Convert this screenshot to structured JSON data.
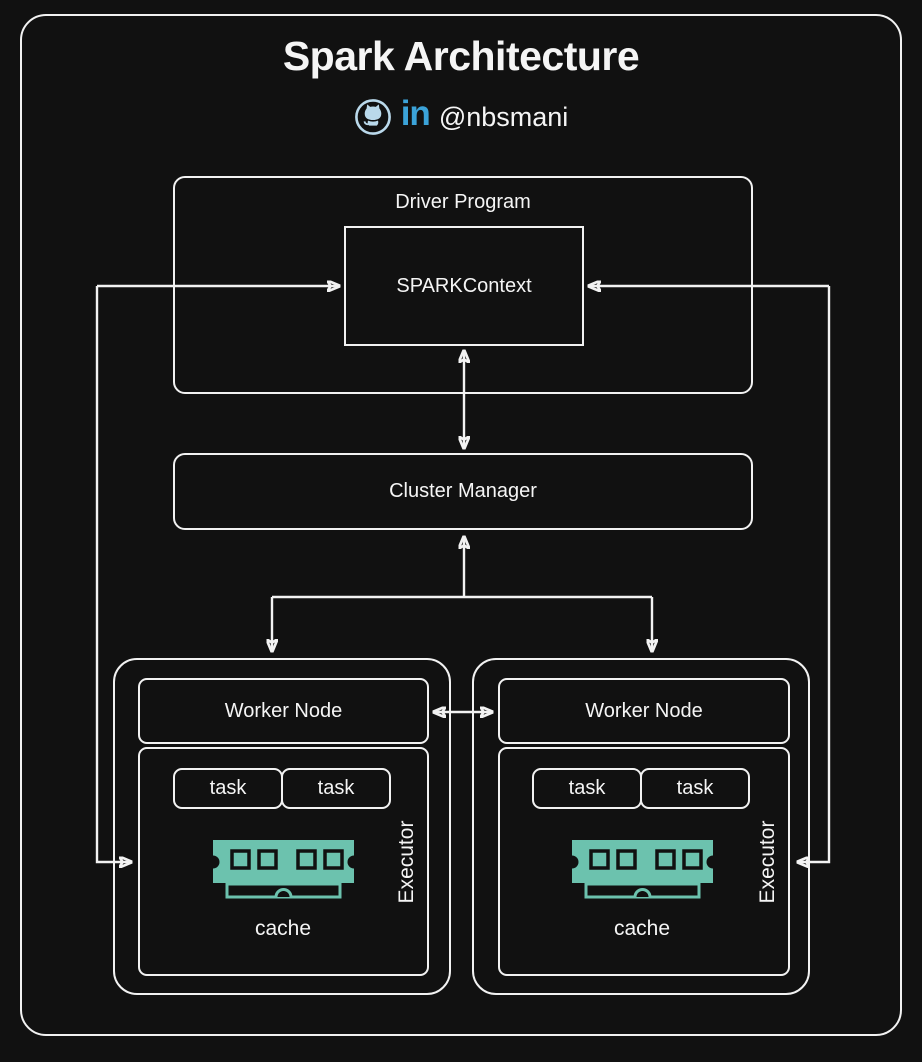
{
  "colors": {
    "background": "#111111",
    "line": "#f2f2f2",
    "text": "#f5f5f5",
    "cache_teal": "#6cc2ae",
    "linkedin_blue": "#3ba3d9",
    "github_blue": "#bad9eb"
  },
  "header": {
    "title": "Spark Architecture",
    "linkedin_glyph": "in",
    "handle": "@nbsmani"
  },
  "diagram": {
    "driver_program": {
      "label": "Driver Program",
      "spark_context_label": "SPARKContext"
    },
    "cluster_manager": {
      "label": "Cluster Manager"
    },
    "workers": [
      {
        "label": "Worker Node",
        "executor_label": "Executor",
        "tasks": [
          "task",
          "task"
        ],
        "cache_label": "cache"
      },
      {
        "label": "Worker Node",
        "executor_label": "Executor",
        "tasks": [
          "task",
          "task"
        ],
        "cache_label": "cache"
      }
    ]
  }
}
